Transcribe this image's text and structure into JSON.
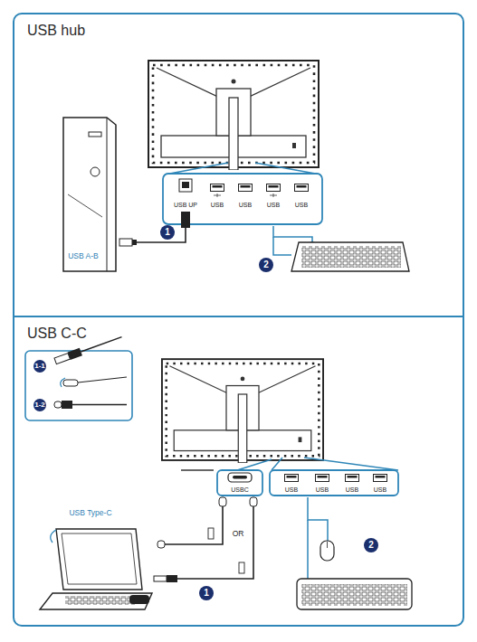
{
  "diagram": {
    "nodes": [
      {
        "text": [
          "USB hub"
        ]
      },
      {
        "text": [
          "USB C-C"
        ]
      }
    ],
    "labels": [
      "USB UP",
      "USB",
      "USB",
      "USB",
      "USB",
      "1",
      "USB A-B",
      "2",
      "1-1",
      "1-2",
      "USBC",
      "USB",
      "USB",
      "USB",
      "USB",
      "USB Type-C",
      "OR",
      "1",
      "2"
    ]
  }
}
